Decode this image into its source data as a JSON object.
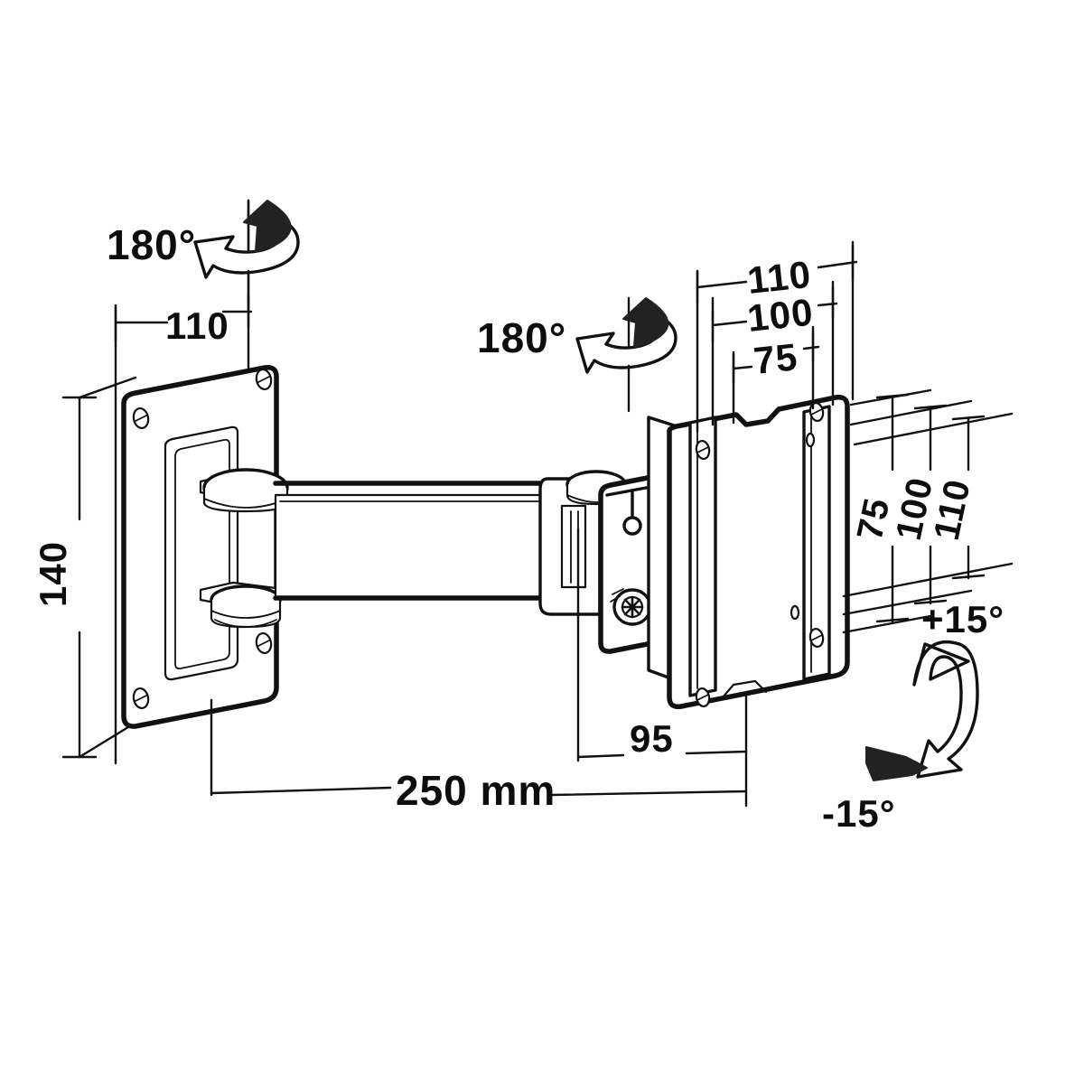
{
  "diagram": {
    "title": "Monitor wall mount bracket technical drawing",
    "units": "mm",
    "line_color": "#111111",
    "fill_color": "#ffffff",
    "background": "#ffffff"
  },
  "annotations": {
    "rotation_wall": {
      "label": "180°",
      "icon": "rotation-arrow-icon"
    },
    "rotation_arm": {
      "label": "180°",
      "icon": "rotation-arrow-icon"
    },
    "tilt_up": {
      "label": "+15°",
      "icon": "tilt-arrow-icon"
    },
    "tilt_down": {
      "label": "-15°",
      "icon": "tilt-arrow-icon"
    }
  },
  "dimensions": {
    "wall_plate_width": "110",
    "wall_plate_height": "140",
    "vesa_top_110": "110",
    "vesa_top_100": "100",
    "vesa_top_75": "75",
    "vesa_side_75": "75",
    "vesa_side_100": "100",
    "vesa_side_110": "110",
    "depth_min": "95",
    "extension_max": "250 mm"
  }
}
